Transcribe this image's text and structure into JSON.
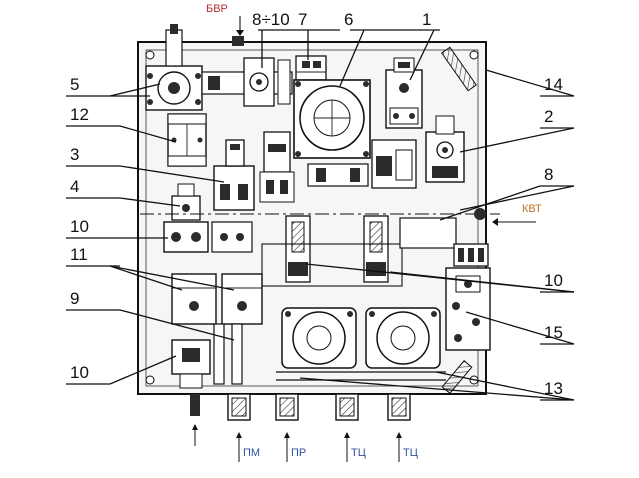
{
  "callouts": {
    "c_8_10": "8÷10",
    "c_7": "7",
    "c_6": "6",
    "c_1": "1",
    "c_5": "5",
    "c_14": "14",
    "c_12": "12",
    "c_2": "2",
    "c_3": "3",
    "c_8": "8",
    "c_4": "4",
    "c_10a": "10",
    "c_11": "11",
    "c_10b": "10",
    "c_9": "9",
    "c_15": "15",
    "c_10c": "10",
    "c_13": "13"
  },
  "ports": {
    "bvr": "БВР",
    "kvt": "КВТ",
    "pm": "ПМ",
    "pr": "ПР",
    "tc1": "ТЦ",
    "tc2": "ТЦ"
  },
  "colors": {
    "line": "#111111",
    "port_red": "#b03030",
    "port_blue": "#3050a0",
    "port_orange": "#c07020"
  }
}
